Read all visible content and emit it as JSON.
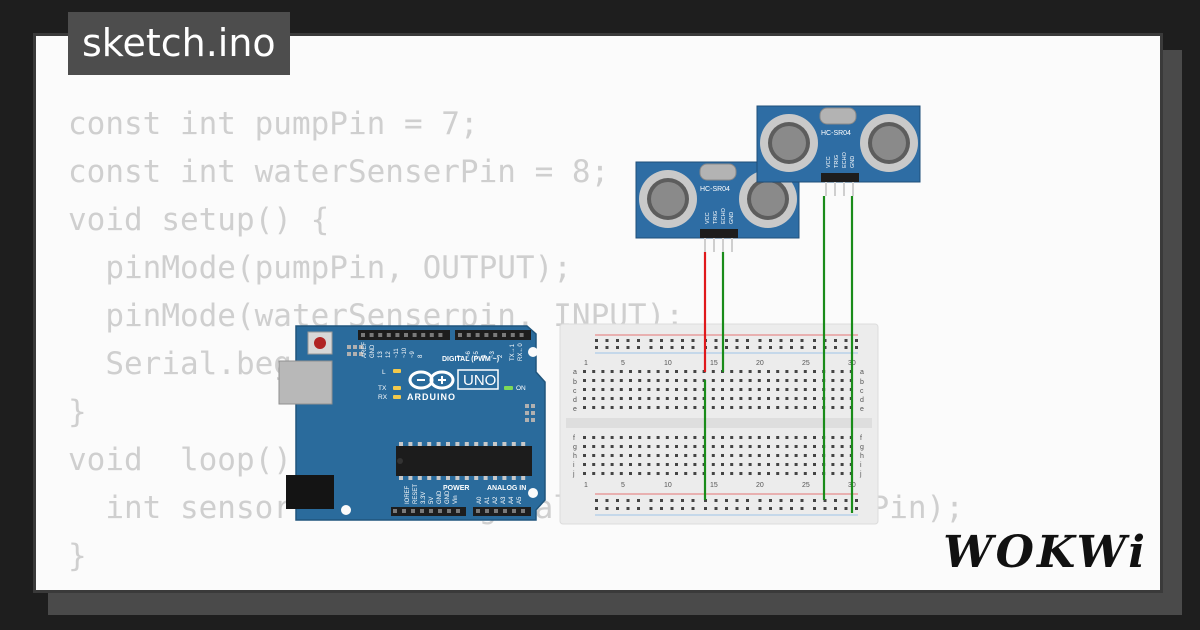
{
  "file_tab": {
    "label": "sketch.ino"
  },
  "code_lines": [
    "const int pumpPin = 7;",
    "const int waterSenserPin = 8;",
    "void setup() {",
    "  pinMode(pumpPin, OUTPUT);",
    "  pinMode(waterSenserpin, INPUT);",
    "  Serial.begin(9600);",
    "}",
    "void  loop() {",
    "  int sensorValue = digitalRead(waterSenserPin);",
    "}"
  ],
  "arduino": {
    "model_label": "UNO",
    "brand_label": "ARDUINO",
    "digital_header": "DIGITAL (PWM ~)",
    "power_header": "POWER",
    "analog_header": "ANALOG IN",
    "led_labels": [
      "L",
      "TX",
      "RX"
    ],
    "on_label": "ON",
    "top_pins": [
      "AREF",
      "GND",
      "13",
      "12",
      "~11",
      "~10",
      "~9",
      "8",
      "7",
      "~6",
      "~5",
      "4",
      "~3",
      "2",
      "TX→1",
      "RX←0"
    ],
    "power_pins": [
      "IOREF",
      "RESET",
      "3.3V",
      "5V",
      "GND",
      "GND",
      "Vin"
    ],
    "analog_pins": [
      "A0",
      "A1",
      "A2",
      "A3",
      "A4",
      "A5"
    ]
  },
  "sensors": [
    {
      "label": "HC-SR04",
      "pins": [
        "VCC",
        "TRIG",
        "ECHO",
        "GND"
      ]
    },
    {
      "label": "HC-SR04",
      "pins": [
        "VCC",
        "TRIG",
        "ECHO",
        "GND"
      ]
    }
  ],
  "breadboard": {
    "column_numbers": [
      "1",
      "5",
      "10",
      "15",
      "20",
      "25",
      "30"
    ],
    "row_letters_top": [
      "a",
      "b",
      "c",
      "d",
      "e"
    ],
    "row_letters_bottom": [
      "f",
      "g",
      "h",
      "i",
      "j"
    ]
  },
  "wires": [
    {
      "color": "#e0191c"
    },
    {
      "color": "#1a8c1a"
    },
    {
      "color": "#1a8c1a"
    },
    {
      "color": "#1a8c1a"
    }
  ],
  "logo": {
    "text": "WOKWi"
  },
  "colors": {
    "board_blue": "#2a6b9c",
    "sensor_blue": "#2e6da4",
    "breadboard_bg": "#eeeeee",
    "code_text": "#cfcfcf"
  }
}
